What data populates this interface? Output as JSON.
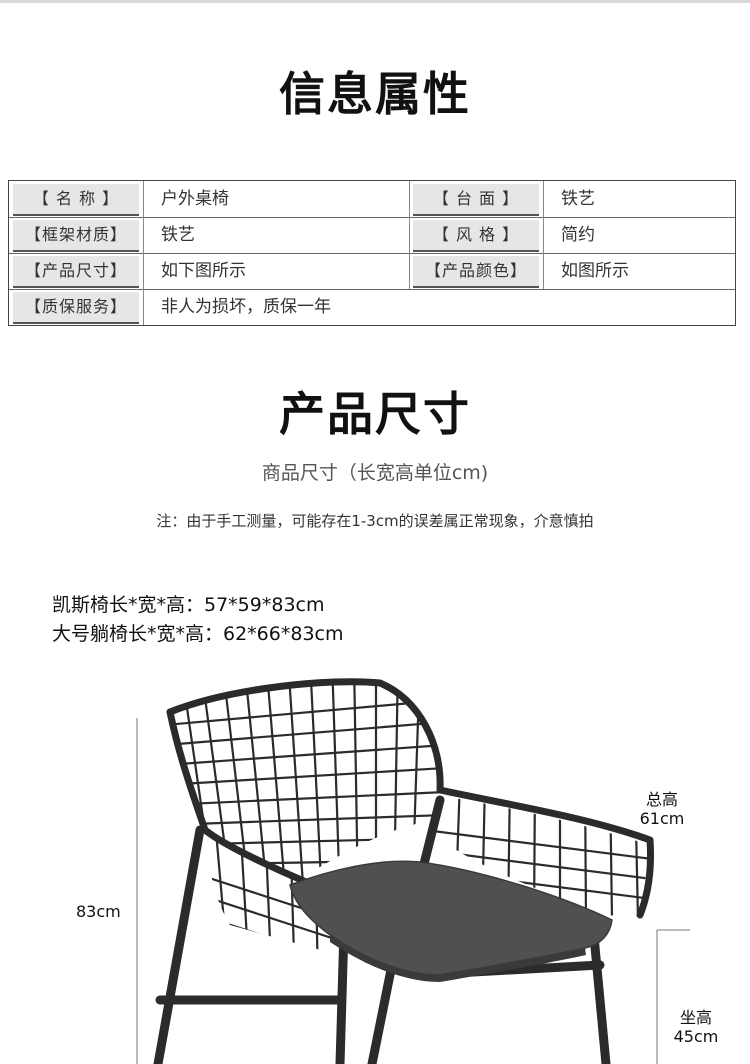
{
  "section1_title": "信息属性",
  "attributes": [
    {
      "label": "【 名 称 】",
      "value": "户外桌椅"
    },
    {
      "label": "【 台 面 】",
      "value": "铁艺"
    },
    {
      "label": "【框架材质】",
      "value": "铁艺"
    },
    {
      "label": "【 风 格 】",
      "value": "简约"
    },
    {
      "label": "【产品尺寸】",
      "value": "如下图所示"
    },
    {
      "label": "【产品颜色】",
      "value": "如图所示"
    },
    {
      "label": "【质保服务】",
      "value": "非人为损坏，质保一年"
    }
  ],
  "section2_title": "产品尺寸",
  "subtitle": "商品尺寸（长宽高单位cm)",
  "note": "注：由于手工测量，可能存在1-3cm的误差属正常现象，介意慎拍",
  "specs": [
    "凯斯椅长*宽*高：57*59*83cm",
    "大号躺椅长*宽*高：62*66*83cm"
  ],
  "dimensions": {
    "height_total": "83cm",
    "arm_label": "总高",
    "arm_value": "61cm",
    "seat_label": "坐高",
    "seat_value": "45cm"
  },
  "colors": {
    "frame": "#2b2b2b",
    "cushion": "#505050",
    "label_bg": "#e6e6e6"
  }
}
